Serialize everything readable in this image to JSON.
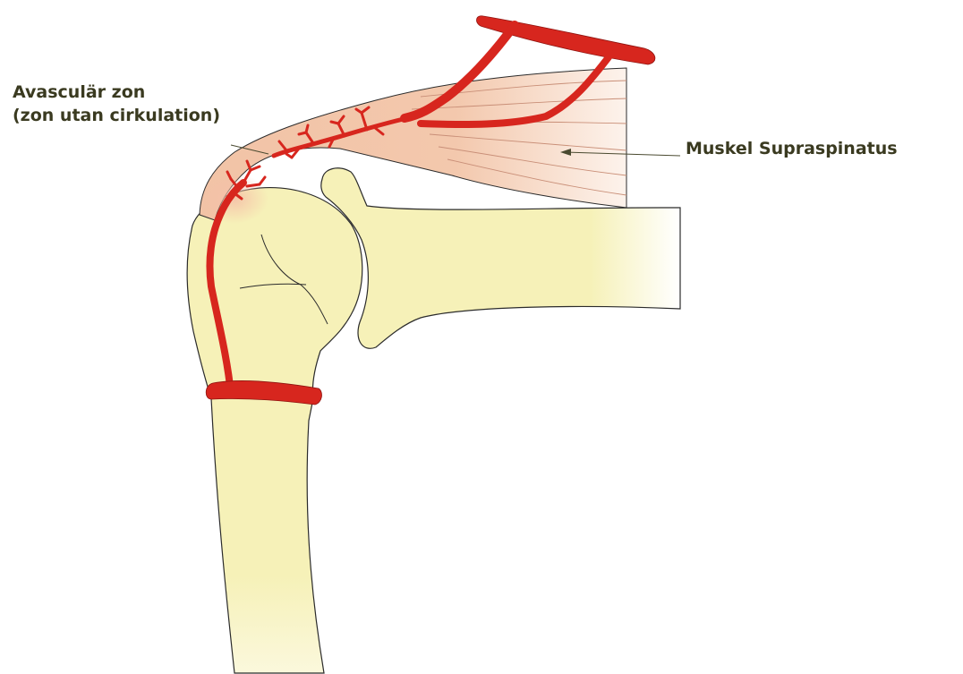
{
  "labels": {
    "avascular_zone": "Avasculär zon",
    "avascular_zone_sub": "(zon utan cirkulation)",
    "muscle": "Muskel  Supraspinatus"
  },
  "colors": {
    "bone_fill": "#f6f1b8",
    "bone_stroke": "#2b2b2b",
    "muscle_fill": "#f2c3a6",
    "muscle_lines": "#c98f78",
    "artery": "#d7261e",
    "artery_stroke": "#8f1410",
    "text": "#3a3a20",
    "pointer": "#4a4a30"
  }
}
